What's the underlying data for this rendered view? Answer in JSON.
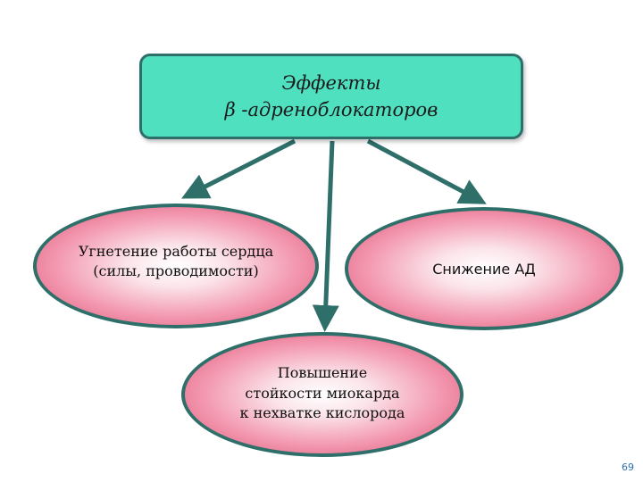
{
  "title": {
    "line1": "Эффекты",
    "line2": "β -адреноблокаторов"
  },
  "effects": {
    "left": {
      "line1": "Угнетение работы сердца",
      "line2": "(силы, проводимости)"
    },
    "right": {
      "line1": "Снижение АД"
    },
    "bottom": {
      "line1": "Повышение",
      "line2": "стойкости миокарда",
      "line3": "к нехватке кислорода"
    }
  },
  "page_number": "69",
  "colors": {
    "title_fill": "#4fe0c0",
    "border": "#2f6f6a",
    "ellipse_fill": "#e0506f",
    "page_number": "#2f6fb0"
  }
}
